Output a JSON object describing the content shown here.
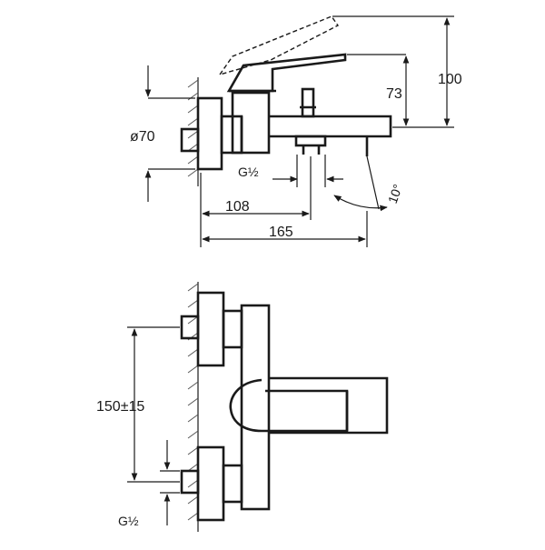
{
  "side_view": {
    "diameter": "ø70",
    "height_lever": "73",
    "height_total": "100",
    "connection": "G½",
    "length_spout": "108",
    "length_total": "165",
    "spout_angle": "10°"
  },
  "front_view": {
    "center_distance": "150±15",
    "connection": "G½"
  },
  "colors": {
    "line": "#1a1a1a",
    "background": "#ffffff"
  }
}
